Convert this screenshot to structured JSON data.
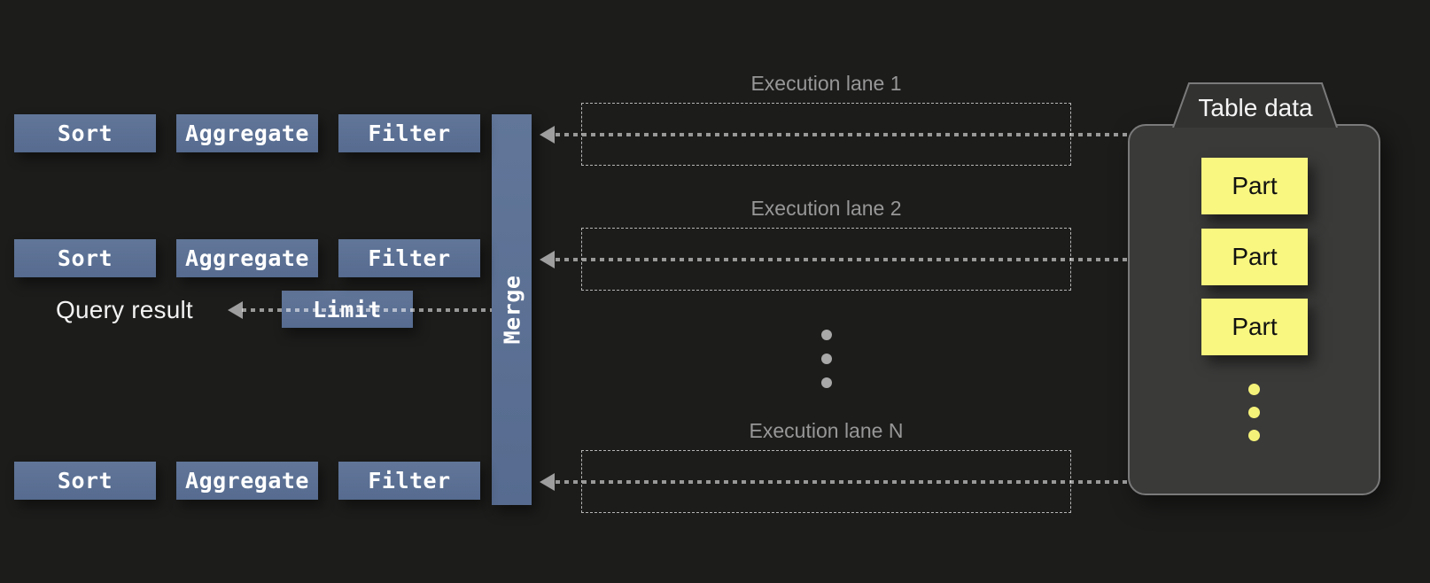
{
  "diagram": {
    "title_context": "Query execution pipeline",
    "query_result_label": "Query result",
    "limit_label": "Limit",
    "merge_label": "Merge",
    "lanes": [
      {
        "label": "Execution lane 1",
        "ops": [
          "Sort",
          "Aggregate",
          "Filter"
        ]
      },
      {
        "label": "Execution lane 2",
        "ops": [
          "Sort",
          "Aggregate",
          "Filter"
        ]
      },
      {
        "label": "Execution lane N",
        "ops": [
          "Sort",
          "Aggregate",
          "Filter"
        ]
      }
    ],
    "lane_ellipsis_dot_count": 3,
    "table": {
      "label": "Table data",
      "parts": [
        "Part",
        "Part",
        "Part"
      ],
      "part_ellipsis_dot_count": 3
    },
    "colors": {
      "background": "#1c1c1b",
      "operator_blue": "#5a7096",
      "part_yellow": "#f9f77f",
      "yellow_dot": "#f5f279",
      "gray_dot": "#a8a8a8",
      "arrow_gray": "#9e9e9e",
      "container_fill": "#3a3a39",
      "container_border": "#7a7a7a",
      "lane_label_gray": "#979797"
    }
  }
}
